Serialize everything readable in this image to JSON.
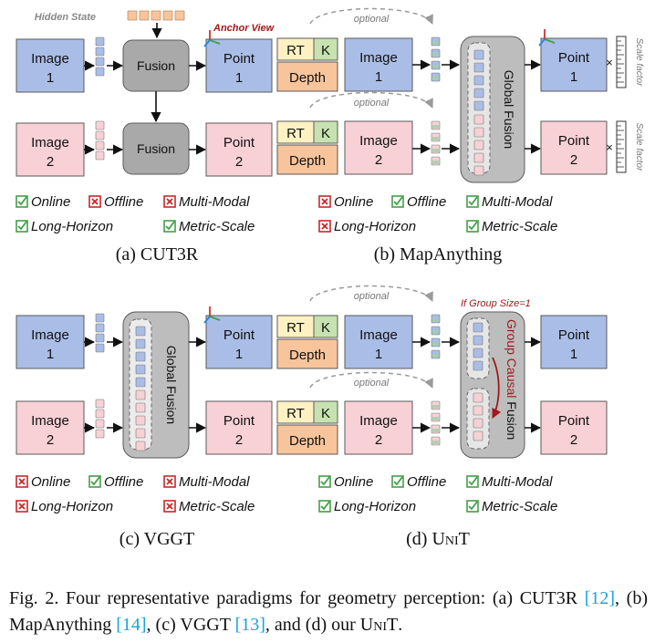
{
  "colors": {
    "image_blue": "#aabde6",
    "image_pink": "#f7d1d6",
    "fusion_gray": "#a9a9a9",
    "global_gray": "#bdbdbd",
    "rt_yellow": "#fff1c2",
    "k_green": "#c7e2b0",
    "depth_orange": "#f7c49b",
    "check_green": "#43a047",
    "cross_red": "#c62828",
    "accent_red": "#a0191d",
    "ref_blue": "#1aa3d9"
  },
  "icons": [
    "check-box-icon",
    "cross-box-icon",
    "axis-frame-icon",
    "scale-ruler-icon"
  ],
  "labels": {
    "hidden_state": "Hidden State",
    "anchor_view": "Anchor View",
    "optional": "optional",
    "image": "Image",
    "point": "Point",
    "fusion": "Fusion",
    "global_fusion": "Global Fusion",
    "group_causal": "Group Causal",
    "fusion_word": "Fusion",
    "if_group": "If Group Size=1",
    "rt": "RT",
    "k": "K",
    "depth": "Depth",
    "scale_factor": "Scale factor",
    "times": "×",
    "num1": "1",
    "num2": "2"
  },
  "panels": [
    {
      "id": "a",
      "title": "(a) CUT3R",
      "props_row1": [
        {
          "state": "check",
          "label": "Online"
        },
        {
          "state": "cross",
          "label": "Offline"
        },
        {
          "state": "cross",
          "label": "Multi-Modal"
        }
      ],
      "props_row2": [
        {
          "state": "check",
          "label": "Long-Horizon"
        },
        {
          "state": "check",
          "label": "Metric-Scale"
        }
      ]
    },
    {
      "id": "b",
      "title": "(b) MapAnything",
      "props_row1": [
        {
          "state": "cross",
          "label": "Online"
        },
        {
          "state": "check",
          "label": "Offline"
        },
        {
          "state": "check",
          "label": "Multi-Modal"
        }
      ],
      "props_row2": [
        {
          "state": "cross",
          "label": "Long-Horizon"
        },
        {
          "state": "check",
          "label": "Metric-Scale"
        }
      ]
    },
    {
      "id": "c",
      "title": "(c) VGGT",
      "props_row1": [
        {
          "state": "cross",
          "label": "Online"
        },
        {
          "state": "check",
          "label": "Offline"
        },
        {
          "state": "cross",
          "label": "Multi-Modal"
        }
      ],
      "props_row2": [
        {
          "state": "cross",
          "label": "Long-Horizon"
        },
        {
          "state": "cross",
          "label": "Metric-Scale"
        }
      ]
    },
    {
      "id": "d",
      "title_prefix": "(d) ",
      "title_name": "UniT",
      "props_row1": [
        {
          "state": "check",
          "label": "Online"
        },
        {
          "state": "check",
          "label": "Offline"
        },
        {
          "state": "check",
          "label": "Multi-Modal"
        }
      ],
      "props_row2": [
        {
          "state": "check",
          "label": "Long-Horizon"
        },
        {
          "state": "check",
          "label": "Metric-Scale"
        }
      ]
    }
  ],
  "caption": {
    "lead": "Fig. 2.  Four representative paradigms for geometry perception: (a) CUT3R ",
    "ref1": "[12]",
    "part2": ", (b) MapAnything ",
    "ref2": "[14]",
    "part3": ", (c) VGGT ",
    "ref3": "[13]",
    "part4": ", and (d) our ",
    "name": "UniT",
    "end": "."
  }
}
